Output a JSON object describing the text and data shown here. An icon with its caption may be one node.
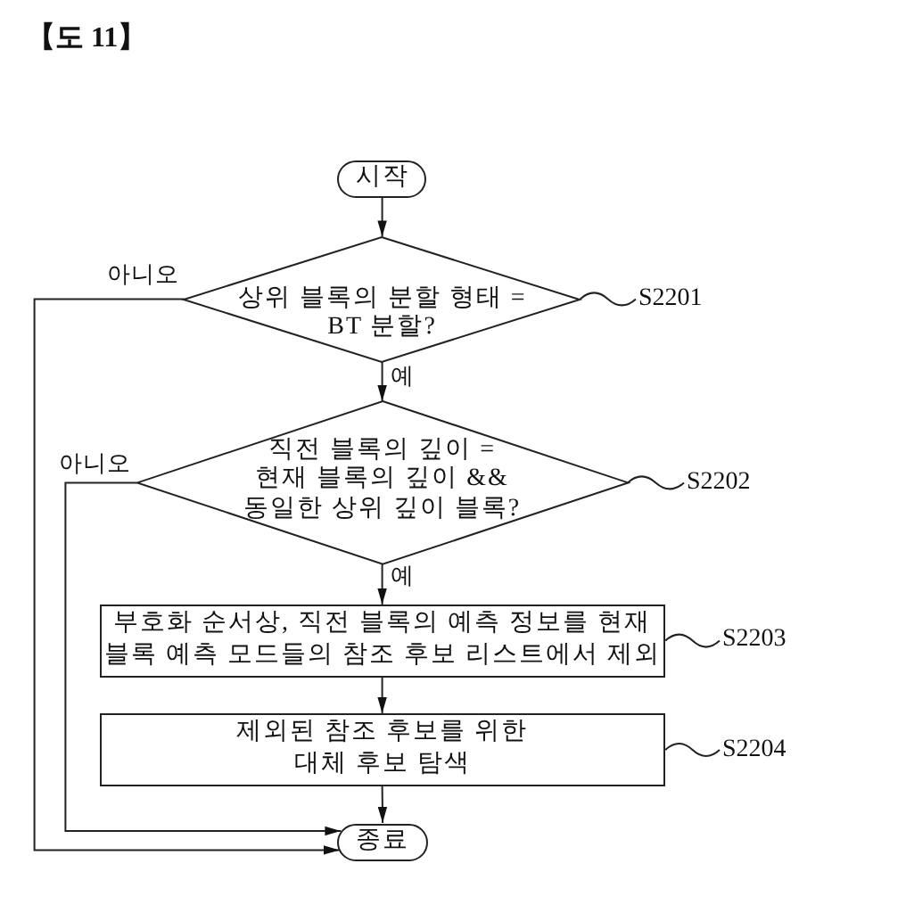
{
  "diagram": {
    "title": "【도 11】",
    "nodes": [
      {
        "text": [
          "시작"
        ]
      },
      {
        "text": [
          "상위 블록의 분할 형태 = BT 분할?"
        ]
      },
      {
        "text": [
          "S2201"
        ]
      },
      {
        "text": [
          "직전 블록의 깊이 = 현재 블록의 깊이 && 동일한 상위 깊이 블록?"
        ]
      },
      {
        "text": [
          "S2202"
        ]
      },
      {
        "text": [
          "부호화 순서상, 직전 블록의 예측 정보를 현재 블록 예측 모드들의 참조 후보 리스트에서 제외"
        ]
      },
      {
        "text": [
          "S2203"
        ]
      },
      {
        "text": [
          "제외된 참조 후보를 위한 대체 후보 탐색"
        ]
      },
      {
        "text": [
          "S2204"
        ]
      },
      {
        "text": [
          "종료"
        ]
      }
    ],
    "edges": [
      {
        "from": 0,
        "to": 1,
        "arrow": "to"
      },
      {
        "from": 1,
        "to": 3,
        "arrow": "to",
        "label": "예"
      },
      {
        "from": 3,
        "to": 5,
        "arrow": "to",
        "label": "예"
      },
      {
        "from": 5,
        "to": 7,
        "arrow": "to"
      },
      {
        "from": 7,
        "to": 9,
        "arrow": "to"
      },
      {
        "from": 1,
        "to": 9,
        "arrow": "to",
        "label": "아니오"
      },
      {
        "from": 3,
        "to": 9,
        "arrow": "to",
        "label": "아니오"
      },
      {
        "from": 2,
        "to": 1,
        "arrow": "none"
      },
      {
        "from": 4,
        "to": 3,
        "arrow": "none"
      },
      {
        "from": 6,
        "to": 5,
        "arrow": "none"
      },
      {
        "from": 8,
        "to": 7,
        "arrow": "none"
      }
    ]
  }
}
